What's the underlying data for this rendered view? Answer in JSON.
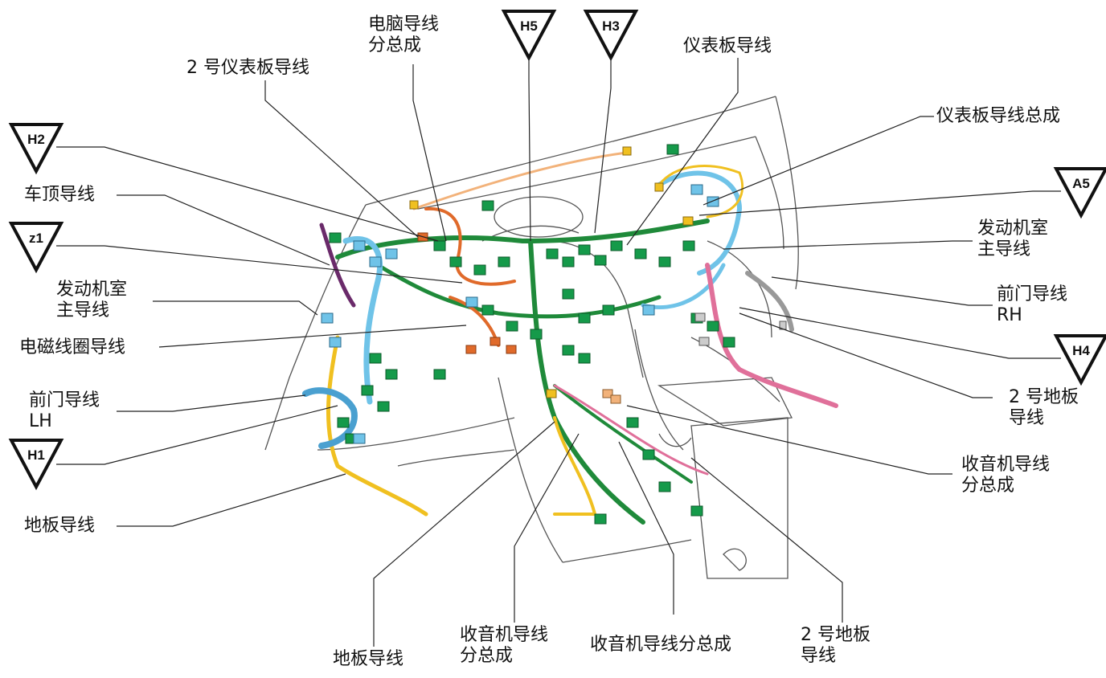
{
  "labels": {
    "computer_wire_sub": "电脑导线\n分总成",
    "inst_panel_wire_2": "2 号仪表板导线",
    "inst_panel_wire": "仪表板导线",
    "inst_panel_wire_assy": "仪表板导线总成",
    "roof_wire": "车顶导线",
    "engine_room_main_left": "发动机室\n主导线",
    "engine_room_main_right": "发动机室\n主导线",
    "solenoid_coil_wire": "电磁线圈导线",
    "front_door_lh": "前门导线\nLH",
    "front_door_rh": "前门导线\nRH",
    "floor_wire_left": "地板导线",
    "floor_wire_bottom": "地板导线",
    "floor_wire_2_right": "2 号地板\n导线",
    "floor_wire_2_bottom": "2 号地板\n导线",
    "radio_wire_sub_right": "收音机导线\n分总成",
    "radio_wire_sub_bottom": "收音机导线\n分总成",
    "radio_wire_sub_bottom2": "收音机导线分总成"
  },
  "ground_points": {
    "h5": "H5",
    "h3": "H3",
    "h2": "H2",
    "z1": "z1",
    "a5": "A5",
    "h4": "H4",
    "h1": "H1"
  },
  "colors": {
    "harness_green": "#1f8a3a",
    "connector_green": "#159a4a",
    "harness_blue": "#6fc3e8",
    "harness_orange": "#e06a2a",
    "harness_yellow": "#f0c020",
    "harness_pink": "#e0709a",
    "harness_purple": "#6a2a6a",
    "harness_tan": "#f2b27a",
    "leader_line": "#222222"
  }
}
